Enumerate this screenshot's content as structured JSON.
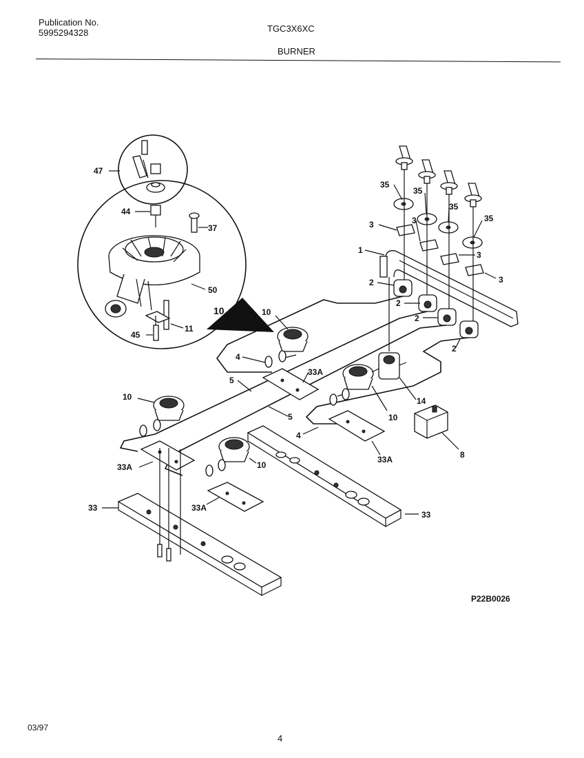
{
  "header": {
    "publication_label": "Publication No.",
    "publication_number": "5995294328",
    "model": "TGC3X6XC",
    "section": "BURNER"
  },
  "diagram_code": "P22B0026",
  "footer": {
    "date": "03/97",
    "page": "4"
  },
  "callouts": {
    "c47": "47",
    "c44": "44",
    "c37": "37",
    "c50": "50",
    "c11": "11",
    "c45": "45",
    "c10big": "10",
    "c35a": "35",
    "c35b": "35",
    "c35c": "35",
    "c35d": "35",
    "c3a": "3",
    "c3b": "3",
    "c3c": "3",
    "c3d": "3",
    "c1": "1",
    "c2a": "2",
    "c2b": "2",
    "c2c": "2",
    "c2d": "2",
    "c10a": "10",
    "c10b": "10",
    "c10c": "10",
    "c10d": "10",
    "c4a": "4",
    "c4b": "4",
    "c5a": "5",
    "c5b": "5",
    "c33Aa": "33A",
    "c33Ab": "33A",
    "c33Ac": "33A",
    "c33Ad": "33A",
    "c14": "14",
    "c8": "8",
    "c33a": "33",
    "c33b": "33"
  }
}
